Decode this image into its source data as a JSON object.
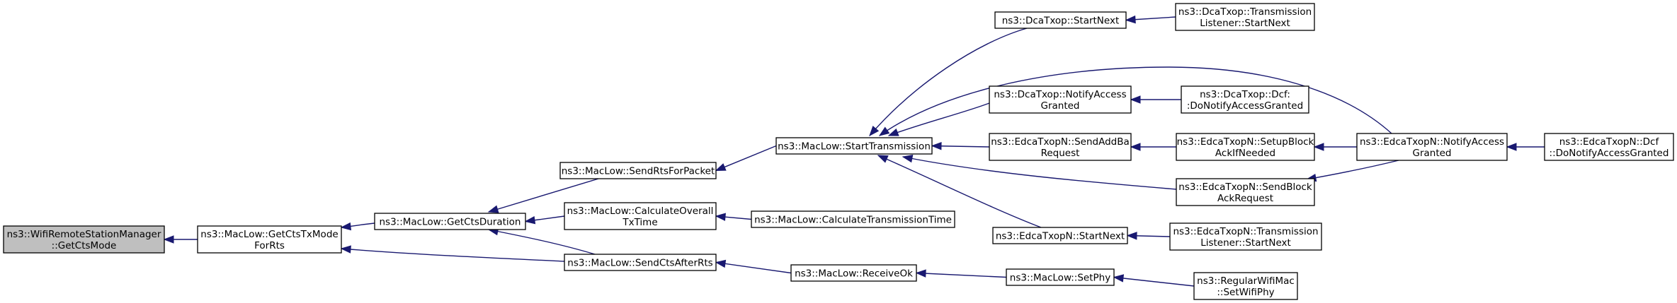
{
  "diagram": {
    "nodes": [
      {
        "id": "n0",
        "lines": [
          "ns3::WifiRemoteStationManager",
          "::GetCtsMode"
        ],
        "root": true
      },
      {
        "id": "n1",
        "lines": [
          "ns3::MacLow::GetCtsTxMode",
          "ForRts"
        ]
      },
      {
        "id": "n2",
        "lines": [
          "ns3::MacLow::GetCtsDuration"
        ]
      },
      {
        "id": "n3",
        "lines": [
          "ns3::MacLow::SendRtsForPacket"
        ]
      },
      {
        "id": "n4",
        "lines": [
          "ns3::MacLow::CalculateOverall",
          "TxTime"
        ]
      },
      {
        "id": "n5",
        "lines": [
          "ns3::MacLow::SendCtsAfterRts"
        ]
      },
      {
        "id": "n6",
        "lines": [
          "ns3::MacLow::StartTransmission"
        ]
      },
      {
        "id": "n7",
        "lines": [
          "ns3::MacLow::CalculateTransmissionTime"
        ]
      },
      {
        "id": "n8",
        "lines": [
          "ns3::MacLow::ReceiveOk"
        ]
      },
      {
        "id": "n9",
        "lines": [
          "ns3::DcaTxop::StartNext"
        ]
      },
      {
        "id": "n10",
        "lines": [
          "ns3::DcaTxop::NotifyAccess",
          "Granted"
        ]
      },
      {
        "id": "n11",
        "lines": [
          "ns3::EdcaTxopN::SendAddBa",
          "Request"
        ]
      },
      {
        "id": "n12",
        "lines": [
          "ns3::EdcaTxopN::StartNext"
        ]
      },
      {
        "id": "n13",
        "lines": [
          "ns3::MacLow::SetPhy"
        ]
      },
      {
        "id": "n14",
        "lines": [
          "ns3::DcaTxop::Transmission",
          "Listener::StartNext"
        ]
      },
      {
        "id": "n15",
        "lines": [
          "ns3::DcaTxop::Dcf:",
          ":DoNotifyAccessGranted"
        ]
      },
      {
        "id": "n16",
        "lines": [
          "ns3::EdcaTxopN::SetupBlock",
          "AckIfNeeded"
        ]
      },
      {
        "id": "n17",
        "lines": [
          "ns3::EdcaTxopN::SendBlock",
          "AckRequest"
        ]
      },
      {
        "id": "n18",
        "lines": [
          "ns3::EdcaTxopN::Transmission",
          "Listener::StartNext"
        ]
      },
      {
        "id": "n19",
        "lines": [
          "ns3::RegularWifiMac",
          "::SetWifiPhy"
        ]
      },
      {
        "id": "n20",
        "lines": [
          "ns3::EdcaTxopN::NotifyAccess",
          "Granted"
        ]
      },
      {
        "id": "n21",
        "lines": [
          "ns3::EdcaTxopN::Dcf",
          "::DoNotifyAccessGranted"
        ]
      }
    ],
    "edges": [
      {
        "from": "n1",
        "to": "n0"
      },
      {
        "from": "n2",
        "to": "n1"
      },
      {
        "from": "n5",
        "to": "n1"
      },
      {
        "from": "n3",
        "to": "n2"
      },
      {
        "from": "n4",
        "to": "n2"
      },
      {
        "from": "n5",
        "to": "n2"
      },
      {
        "from": "n6",
        "to": "n3"
      },
      {
        "from": "n7",
        "to": "n4"
      },
      {
        "from": "n8",
        "to": "n5"
      },
      {
        "from": "n9",
        "to": "n6"
      },
      {
        "from": "n20",
        "to": "n6"
      },
      {
        "from": "n10",
        "to": "n6"
      },
      {
        "from": "n11",
        "to": "n6"
      },
      {
        "from": "n17",
        "to": "n6"
      },
      {
        "from": "n12",
        "to": "n6"
      },
      {
        "from": "n13",
        "to": "n8"
      },
      {
        "from": "n14",
        "to": "n9"
      },
      {
        "from": "n15",
        "to": "n10"
      },
      {
        "from": "n16",
        "to": "n11"
      },
      {
        "from": "n18",
        "to": "n12"
      },
      {
        "from": "n19",
        "to": "n13"
      },
      {
        "from": "n20",
        "to": "n16"
      },
      {
        "from": "n20",
        "to": "n17"
      },
      {
        "from": "n21",
        "to": "n20"
      }
    ]
  }
}
